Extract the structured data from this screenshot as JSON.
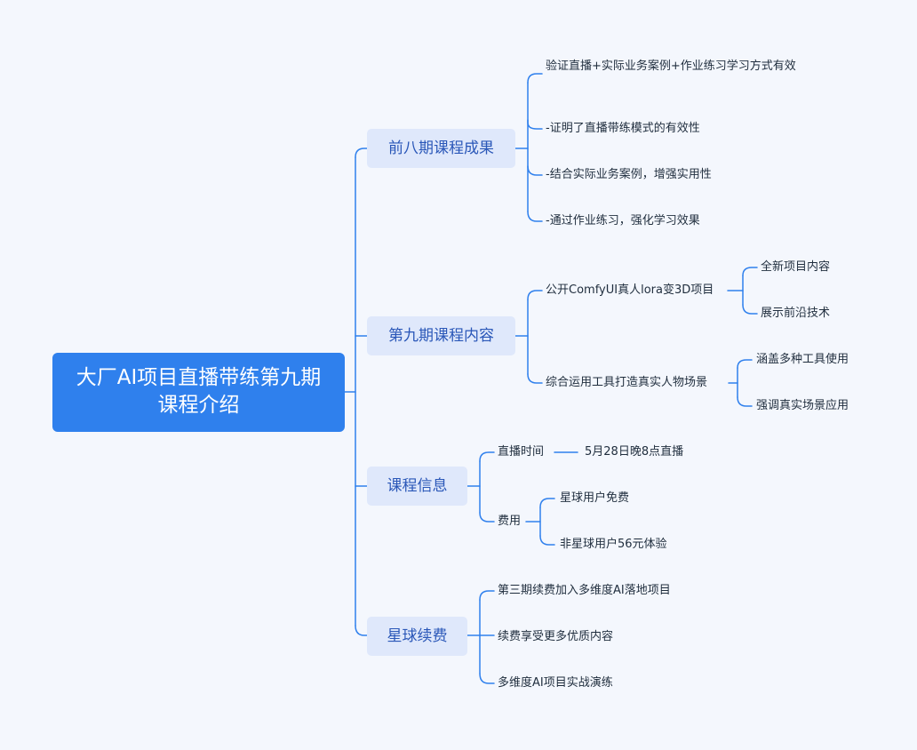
{
  "root": {
    "label": "大厂AI项目直播带练第九期课程介绍"
  },
  "branches": [
    {
      "label": "前八期课程成果",
      "children": [
        {
          "label": "验证直播+实际业务案例+作业练习学习方式有效"
        },
        {
          "label": "-证明了直播带练模式的有效性"
        },
        {
          "label": "-结合实际业务案例，增强实用性"
        },
        {
          "label": "-通过作业练习，强化学习效果"
        }
      ]
    },
    {
      "label": "第九期课程内容",
      "children": [
        {
          "label": "公开ComfyUI真人lora变3D项目",
          "children": [
            {
              "label": "全新项目内容"
            },
            {
              "label": "展示前沿技术"
            }
          ]
        },
        {
          "label": "综合运用工具打造真实人物场景",
          "children": [
            {
              "label": "涵盖多种工具使用"
            },
            {
              "label": "强调真实场景应用"
            }
          ]
        }
      ]
    },
    {
      "label": "课程信息",
      "children": [
        {
          "label": "直播时间",
          "children": [
            {
              "label": "5月28日晚8点直播"
            }
          ]
        },
        {
          "label": "费用",
          "children": [
            {
              "label": "星球用户免费"
            },
            {
              "label": "非星球用户56元体验"
            }
          ]
        }
      ]
    },
    {
      "label": "星球续费",
      "children": [
        {
          "label": "第三期续费加入多维度AI落地项目"
        },
        {
          "label": "续费享受更多优质内容"
        },
        {
          "label": "多维度AI项目实战演练"
        }
      ]
    }
  ],
  "colors": {
    "background": "#f4f7fd",
    "root_fill": "#2f80ed",
    "branch_fill": "#dfe8fb",
    "branch_text": "#2a57b8",
    "connector": "#2f80ed",
    "leaf_text": "#1f2d3d"
  }
}
